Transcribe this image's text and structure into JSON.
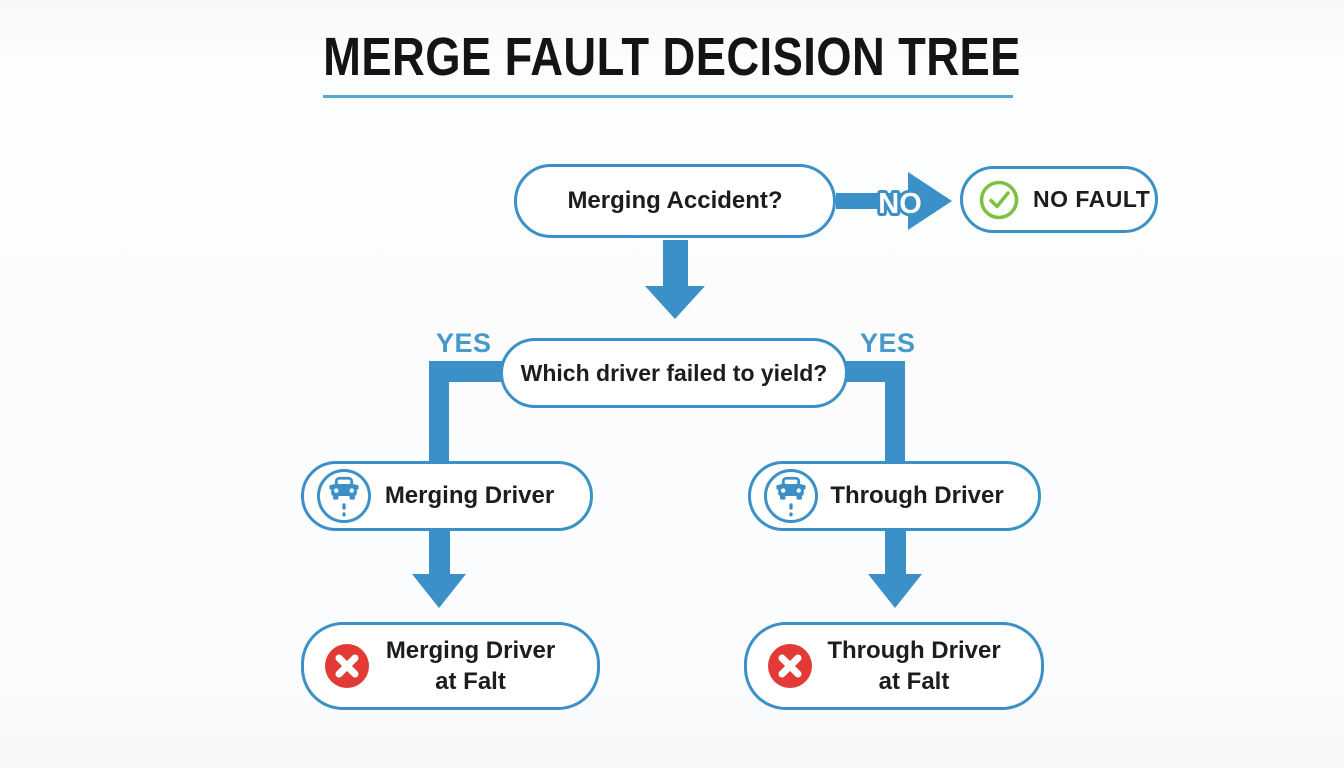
{
  "title": {
    "text": "MERGE FAULT DECISION TREE"
  },
  "colors": {
    "node_border_blue": "#3a90c7",
    "connector_blue": "#3a90c7",
    "edge_label_blue": "#4599cb",
    "underline_blue": "#56a7cc",
    "check_green": "#7cc242",
    "error_red": "#e23b35",
    "text_black": "#1d1d1d",
    "background": "#fbfcfd"
  },
  "nodes": {
    "root": {
      "label": "Merging Accident?"
    },
    "no_fault": {
      "label": "NO FAULT",
      "icon": "check-circle-icon"
    },
    "question2": {
      "label": "Which driver failed to yield?"
    },
    "merging_driver": {
      "label": "Merging Driver",
      "icon": "car-icon"
    },
    "through_driver": {
      "label": "Through Driver",
      "icon": "car-icon"
    },
    "merging_fault": {
      "line1": "Merging Driver",
      "line2": "at Falt",
      "icon": "x-circle-icon"
    },
    "through_fault": {
      "line1": "Through Driver",
      "line2": "at Falt",
      "icon": "x-circle-icon"
    }
  },
  "edges": {
    "no_label": "NO",
    "yes_left_label": "YES",
    "yes_right_label": "YES"
  }
}
